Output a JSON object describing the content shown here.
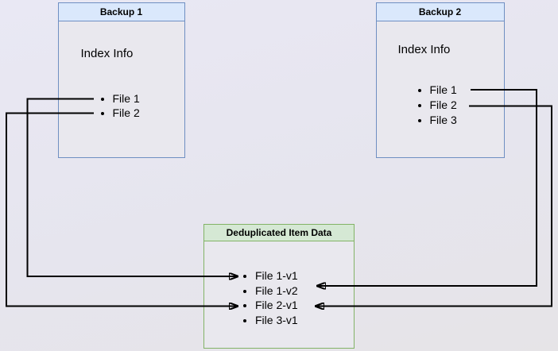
{
  "boxes": {
    "backup1": {
      "title": "Backup 1",
      "subtitle": "Index Info",
      "items": [
        "File 1",
        "File 2"
      ]
    },
    "backup2": {
      "title": "Backup 2",
      "subtitle": "Index Info",
      "items": [
        "File 1",
        "File 2",
        "File 3"
      ]
    },
    "dedup": {
      "title": "Deduplicated Item Data",
      "items": [
        "File 1-v1",
        "File 1-v2",
        "File 2-v1",
        "File 3-v1"
      ]
    }
  },
  "connections": [
    {
      "from": "Backup 1 / File 1",
      "to": "File 1-v1"
    },
    {
      "from": "Backup 1 / File 2",
      "to": "File 2-v1"
    },
    {
      "from": "Backup 2 / File 1",
      "to": "File 1-v2"
    },
    {
      "from": "Backup 2 / File 2",
      "to": "File 2-v1"
    }
  ],
  "colors": {
    "background": "#e7e6ee",
    "box_body_fill": "#e9e8ee",
    "blue_border": "#6f8fc2",
    "blue_header_fill": "#dae8fc",
    "green_border": "#82b366",
    "green_header_fill": "#d5e8d4",
    "connector": "#000000",
    "text": "#000000"
  }
}
